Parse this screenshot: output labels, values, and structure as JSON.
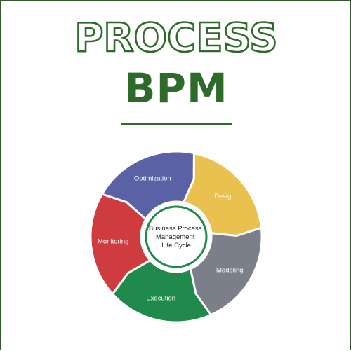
{
  "title": {
    "line1": "PROCESS",
    "line2": "BPM"
  },
  "cycle": {
    "center_lines": [
      "Business Process",
      "Management",
      "Life Cycle"
    ],
    "stages": [
      {
        "label": "Design",
        "color": "#eac04e"
      },
      {
        "label": "Modeling",
        "color": "#7a7f8a"
      },
      {
        "label": "Execution",
        "color": "#1f8a4c"
      },
      {
        "label": "Monitoring",
        "color": "#cf3c3f"
      },
      {
        "label": "Optimization",
        "color": "#5a61a5"
      }
    ],
    "ring_color": "#1f8a4c"
  }
}
